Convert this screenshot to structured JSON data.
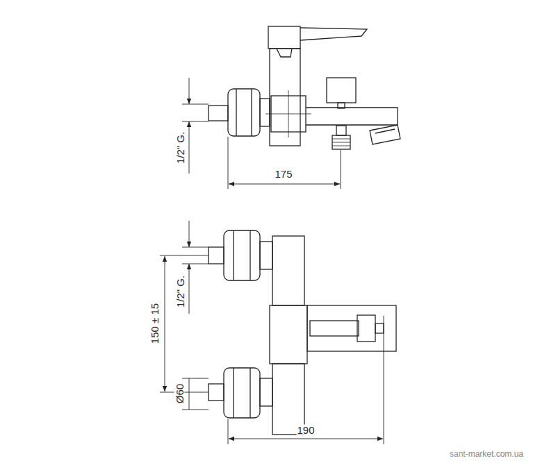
{
  "diagram": {
    "labels": [
      "1/2\" G.",
      "175",
      "1/2\" G.",
      "150 ± 15",
      "Ø60",
      "190",
      "sant-market.com.ua"
    ]
  }
}
